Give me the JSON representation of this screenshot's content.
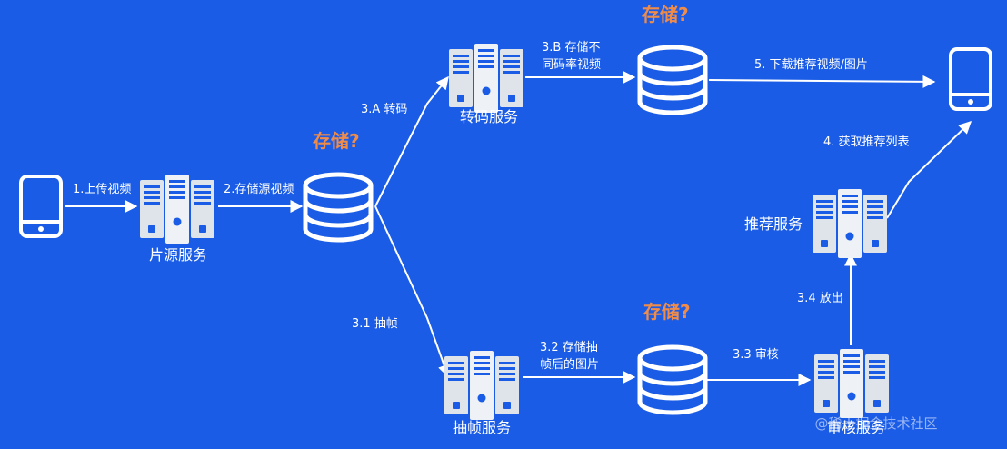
{
  "colors": {
    "background": "#1a5ce6",
    "accent": "#f08c4a",
    "icon_fill": "#dfe3ea",
    "icon_dark": "#1a5ce6"
  },
  "nodes": {
    "phone_upload": {
      "icon": "phone-icon"
    },
    "source_service": {
      "icon": "server-icon",
      "label": "片源服务"
    },
    "source_storage": {
      "icon": "database-icon",
      "question": "存储?"
    },
    "transcode_service": {
      "icon": "server-icon",
      "label": "转码服务"
    },
    "transcode_storage": {
      "icon": "database-icon",
      "question": "存储?"
    },
    "phone_download": {
      "icon": "phone-icon"
    },
    "recommend_service": {
      "icon": "server-icon",
      "label": "推荐服务"
    },
    "frame_service": {
      "icon": "server-icon",
      "label": "抽帧服务"
    },
    "frame_storage": {
      "icon": "database-icon",
      "question": "存储?"
    },
    "review_service": {
      "icon": "server-icon",
      "label": "审核服务"
    }
  },
  "edges": {
    "upload": "1.上传视频",
    "store_source": "2.存储源视频",
    "transcode": "3.A 转码",
    "store_bitrates_1": "3.B 存储不",
    "store_bitrates_2": "同码率视频",
    "download": "5. 下载推荐视频/图片",
    "fetch_list": "4. 获取推荐列表",
    "extract_frames": "3.1 抽帧",
    "store_frames_1": "3.2 存储抽",
    "store_frames_2": "帧后的图片",
    "review": "3.3 审核",
    "release": "3.4 放出"
  },
  "watermark": "@稀土掘金技术社区"
}
